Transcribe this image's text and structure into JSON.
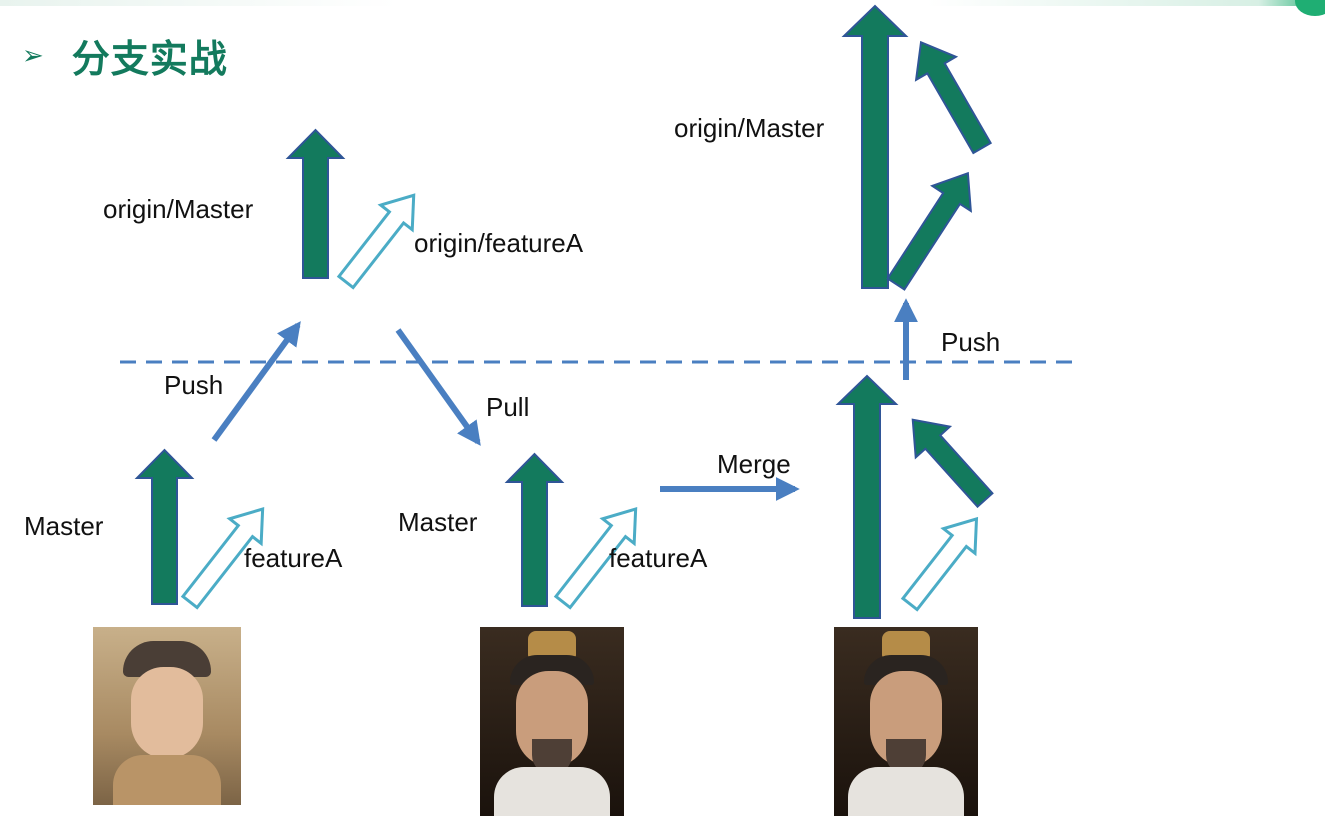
{
  "slide": {
    "title": "分支实战",
    "bullet_glyph": "➢"
  },
  "labels": {
    "origin_master_1": "origin/Master",
    "origin_featurea": "origin/featureA",
    "push_1": "Push",
    "pull": "Pull",
    "master_1": "Master",
    "featurea_1": "featureA",
    "master_2": "Master",
    "featurea_2": "featureA",
    "merge": "Merge",
    "origin_master_2": "origin/Master",
    "push_2": "Push"
  },
  "colors": {
    "title": "#137a5d",
    "master_arrow": "#137a5d",
    "arrow_outline": "#2f5597",
    "feature_outline": "#4bacc6",
    "flow_arrow": "#4a7fc1",
    "divider": "#4a7fc1"
  },
  "photos": [
    {
      "name": "young-man-photo",
      "description": ""
    },
    {
      "name": "elder-man-photo-1",
      "description": ""
    },
    {
      "name": "elder-man-photo-2",
      "description": ""
    }
  ]
}
